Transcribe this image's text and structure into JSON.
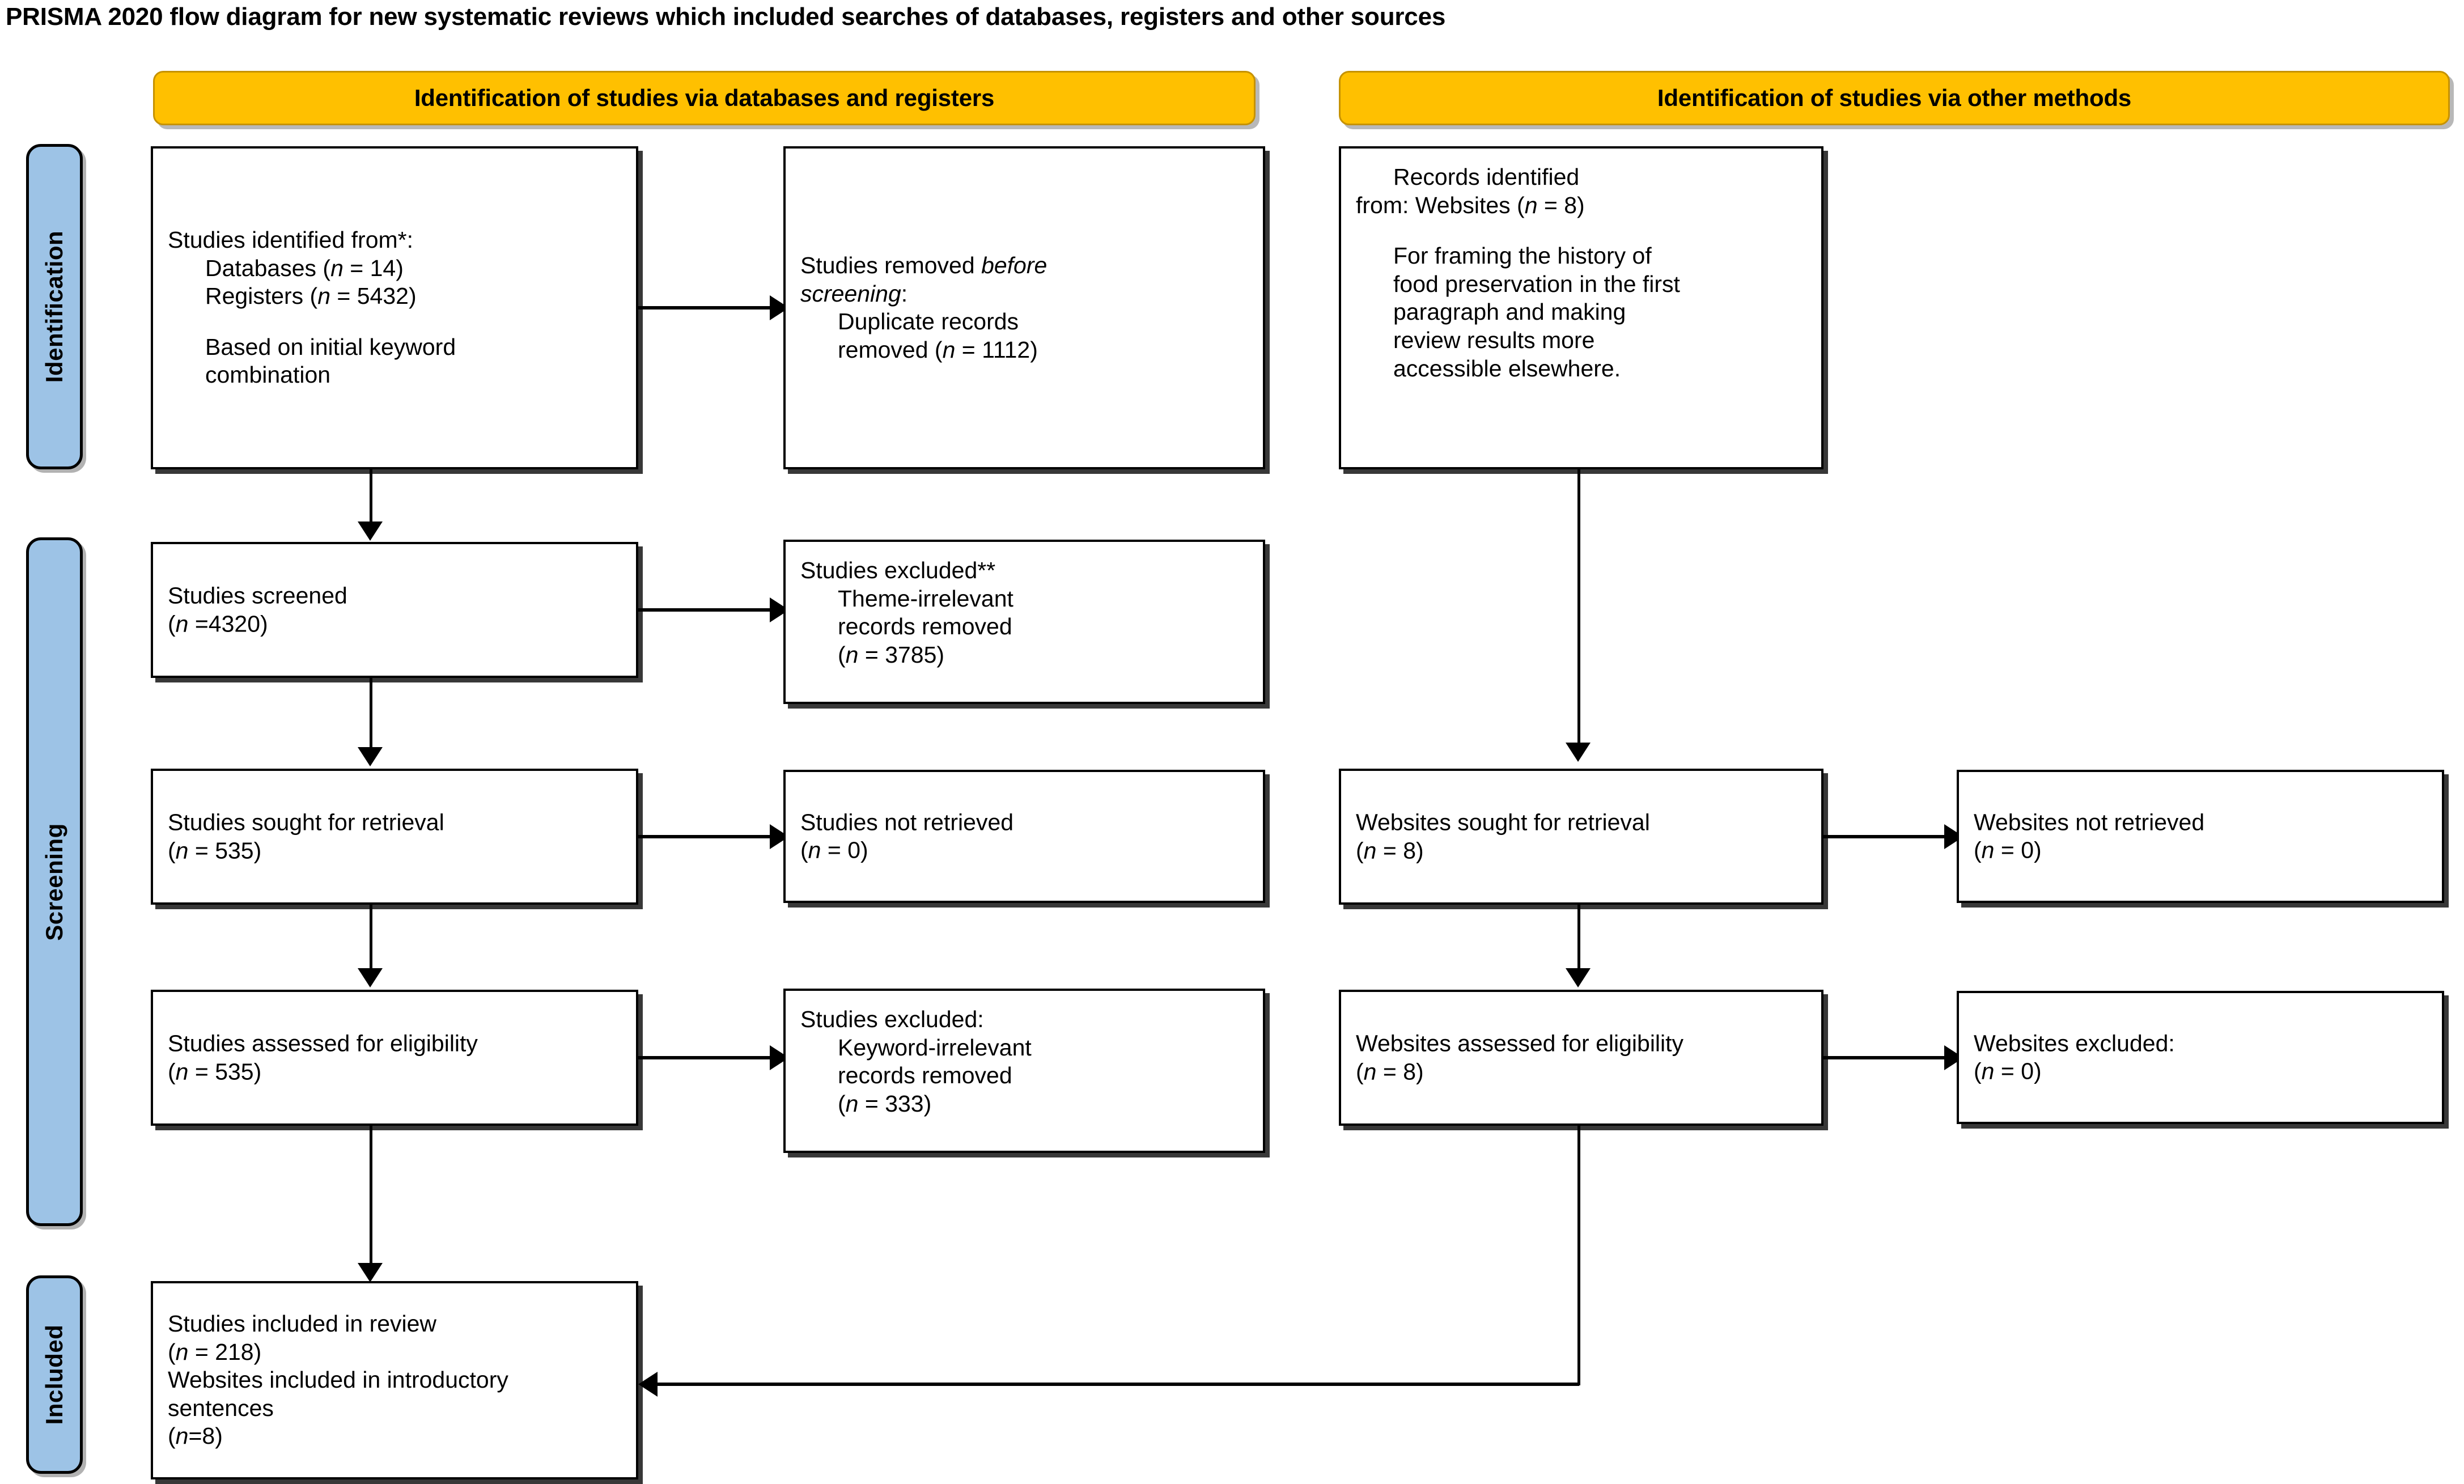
{
  "title": "PRISMA 2020 flow diagram for new systematic reviews which included searches of databases, registers and other sources",
  "colors": {
    "stage_fill": "#9DC3E6",
    "section_header_fill": "#FFC000",
    "node_fill": "#FFFFFF",
    "stroke": "#000000"
  },
  "stages": [
    {
      "id": "identification",
      "label": "Identification"
    },
    {
      "id": "screening",
      "label": "Screening"
    },
    {
      "id": "included",
      "label": "Included"
    }
  ],
  "section_headers": [
    {
      "id": "databases-registers",
      "label": "Identification of studies via databases and registers"
    },
    {
      "id": "other-methods",
      "label": "Identification of studies via other methods"
    }
  ],
  "nodes": {
    "studies_identified": {
      "lines": [
        {
          "text": "Studies identified from*:",
          "indent": false
        },
        {
          "text": "Databases (",
          "italic_n": "n",
          "after": " = 14)",
          "indent": true
        },
        {
          "text": "Registers (",
          "italic_n": "n",
          "after": " = 5432)",
          "indent": true
        },
        {
          "text": "",
          "indent": false,
          "blank": true
        },
        {
          "text": "Based on initial keyword",
          "indent": true
        },
        {
          "text": "combination",
          "indent": true
        }
      ]
    },
    "studies_removed": {
      "lines": [
        {
          "text": "Studies removed ",
          "italic_tail": "before",
          "indent": false
        },
        {
          "italic_head": "screening",
          "text": ":",
          "indent": false
        },
        {
          "text": "Duplicate records",
          "indent": true
        },
        {
          "text": "removed (",
          "italic_n": "n",
          "after": " = 1112)",
          "indent": true
        }
      ]
    },
    "records_identified_other": {
      "lines": [
        {
          "text": "Records identified",
          "indent": true
        },
        {
          "text": "from: Websites (",
          "italic_n": "n",
          "after": " = 8)",
          "indent": false
        },
        {
          "text": "",
          "indent": false,
          "blank": true
        },
        {
          "text": "For framing the history of",
          "indent": true
        },
        {
          "text": "food preservation in the first",
          "indent": true
        },
        {
          "text": "paragraph and making",
          "indent": true
        },
        {
          "text": "review results more",
          "indent": true
        },
        {
          "text": "accessible elsewhere.",
          "indent": true
        }
      ]
    },
    "studies_screened": {
      "lines": [
        {
          "text": "Studies screened",
          "indent": false
        },
        {
          "text": "(",
          "italic_n": "n",
          "after": " =4320)",
          "indent": false
        }
      ]
    },
    "studies_excluded_screening": {
      "lines": [
        {
          "text": "Studies excluded**",
          "indent": false
        },
        {
          "text": "Theme-irrelevant",
          "indent": true
        },
        {
          "text": "records removed",
          "indent": true
        },
        {
          "text": "(",
          "italic_n": "n",
          "after": " = 3785)",
          "indent": true
        }
      ]
    },
    "studies_sought": {
      "lines": [
        {
          "text": "Studies sought for retrieval",
          "indent": false
        },
        {
          "text": "(",
          "italic_n": "n",
          "after": " = 535)",
          "indent": false
        }
      ]
    },
    "studies_not_retrieved": {
      "lines": [
        {
          "text": "Studies not retrieved",
          "indent": false
        },
        {
          "text": "(",
          "italic_n": "n",
          "after": " = 0)",
          "indent": false
        }
      ]
    },
    "websites_sought": {
      "lines": [
        {
          "text": "Websites sought for retrieval",
          "indent": false
        },
        {
          "text": "(",
          "italic_n": "n",
          "after": " = 8)",
          "indent": false
        }
      ]
    },
    "websites_not_retrieved": {
      "lines": [
        {
          "text": "Websites not retrieved",
          "indent": false
        },
        {
          "text": "(",
          "italic_n": "n",
          "after": " = 0)",
          "indent": false
        }
      ]
    },
    "studies_assessed": {
      "lines": [
        {
          "text": "Studies assessed for eligibility",
          "indent": false
        },
        {
          "text": "(",
          "italic_n": "n",
          "after": " = 535)",
          "indent": false
        }
      ]
    },
    "studies_excluded_eligibility": {
      "lines": [
        {
          "text": "Studies excluded:",
          "indent": false
        },
        {
          "text": "Keyword-irrelevant",
          "indent": true
        },
        {
          "text": "records removed",
          "indent": true
        },
        {
          "text": "(",
          "italic_n": "n",
          "after": " = 333)",
          "indent": true
        }
      ]
    },
    "websites_assessed": {
      "lines": [
        {
          "text": "Websites assessed for eligibility",
          "indent": false
        },
        {
          "text": "(",
          "italic_n": "n",
          "after": " = 8)",
          "indent": false
        }
      ]
    },
    "websites_excluded": {
      "lines": [
        {
          "text": "Websites excluded:",
          "indent": false
        },
        {
          "text": "(",
          "italic_n": "n",
          "after": " = 0)",
          "indent": false
        }
      ]
    },
    "studies_included": {
      "lines": [
        {
          "text": "Studies included in review",
          "indent": false
        },
        {
          "text": "(",
          "italic_n": "n",
          "after": " = 218)",
          "indent": false
        },
        {
          "text": "Websites included in introductory",
          "indent": false
        },
        {
          "text": "sentences",
          "indent": false
        },
        {
          "text": "(",
          "italic_n": "n",
          "after": "=8)",
          "indent": false
        }
      ]
    }
  },
  "flow_data": {
    "type": "prisma-flow",
    "counts": {
      "databases": 14,
      "registers": 5432,
      "duplicate_records_removed": 1112,
      "studies_screened": 4320,
      "theme_irrelevant_removed": 3785,
      "studies_sought_for_retrieval": 535,
      "studies_not_retrieved": 0,
      "studies_assessed_for_eligibility": 535,
      "keyword_irrelevant_removed": 333,
      "studies_included_in_review": 218,
      "websites_identified": 8,
      "websites_sought_for_retrieval": 8,
      "websites_not_retrieved": 0,
      "websites_assessed_for_eligibility": 8,
      "websites_excluded": 0,
      "websites_included_in_introductory_sentences": 8
    }
  }
}
